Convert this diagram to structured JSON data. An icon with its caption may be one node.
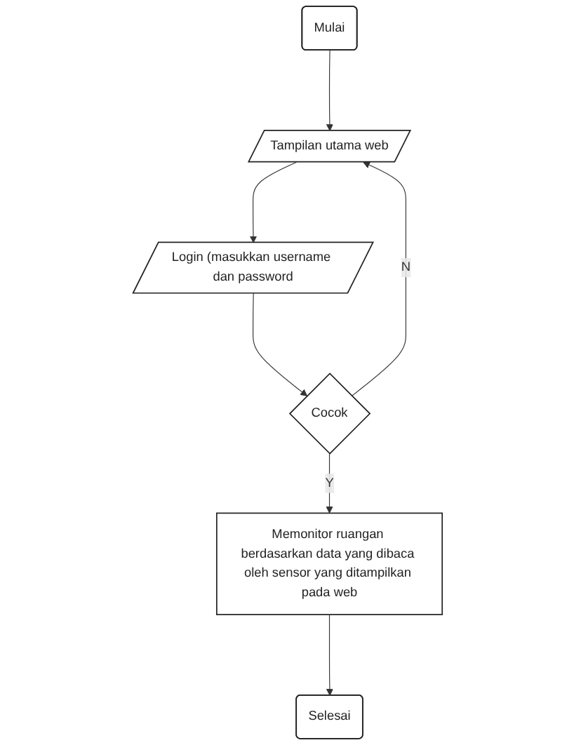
{
  "diagram": {
    "nodes": [
      {
        "text": [
          "Mulai"
        ]
      },
      {
        "text": [
          "Tampilan utama web"
        ]
      },
      {
        "text": [
          "Login (masukkan username dan password"
        ]
      },
      {
        "text": [
          "Cocok"
        ]
      },
      {
        "text": [
          "Memonitor ruangan berdasarkan data yang dibaca oleh sensor yang ditampilkan pada web"
        ]
      },
      {
        "text": [
          "Selesai"
        ]
      }
    ],
    "edges": [
      {
        "from": 0,
        "to": 1,
        "arrow": "to"
      },
      {
        "from": 1,
        "to": 2,
        "arrow": "to"
      },
      {
        "from": 2,
        "to": 3,
        "arrow": "to"
      },
      {
        "from": 3,
        "to": 4,
        "arrow": "to",
        "label": "Y"
      },
      {
        "from": 3,
        "to": 1,
        "arrow": "to",
        "label": "N"
      },
      {
        "from": 4,
        "to": 5,
        "arrow": "to"
      }
    ]
  }
}
